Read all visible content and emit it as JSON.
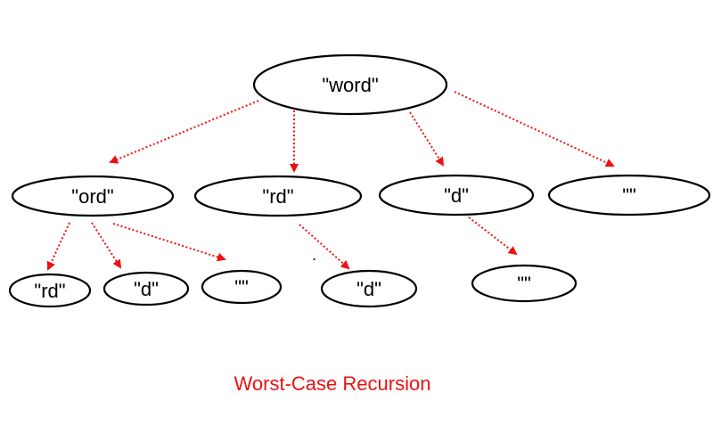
{
  "caption": "Worst-Case Recursion",
  "stray_mark": ".",
  "colors": {
    "edge": "#ee1111",
    "node_stroke": "#000000",
    "caption": "#ee1111"
  },
  "nodes": [
    {
      "id": "word",
      "label": "\"word\""
    },
    {
      "id": "ord",
      "label": "\"ord\""
    },
    {
      "id": "rd1",
      "label": "\"rd\""
    },
    {
      "id": "d1",
      "label": "\"d\""
    },
    {
      "id": "empty1",
      "label": "\"\""
    },
    {
      "id": "rd2",
      "label": "\"rd\""
    },
    {
      "id": "d2",
      "label": "\"d\""
    },
    {
      "id": "empty2",
      "label": "\"\""
    },
    {
      "id": "d3",
      "label": "\"d\""
    },
    {
      "id": "empty3",
      "label": "\"\""
    }
  ],
  "edges": [
    {
      "from": "word",
      "to": "ord"
    },
    {
      "from": "word",
      "to": "rd1"
    },
    {
      "from": "word",
      "to": "d1"
    },
    {
      "from": "word",
      "to": "empty1"
    },
    {
      "from": "ord",
      "to": "rd2"
    },
    {
      "from": "ord",
      "to": "d2"
    },
    {
      "from": "ord",
      "to": "empty2"
    },
    {
      "from": "rd1",
      "to": "d3"
    },
    {
      "from": "d1",
      "to": "empty3"
    }
  ]
}
